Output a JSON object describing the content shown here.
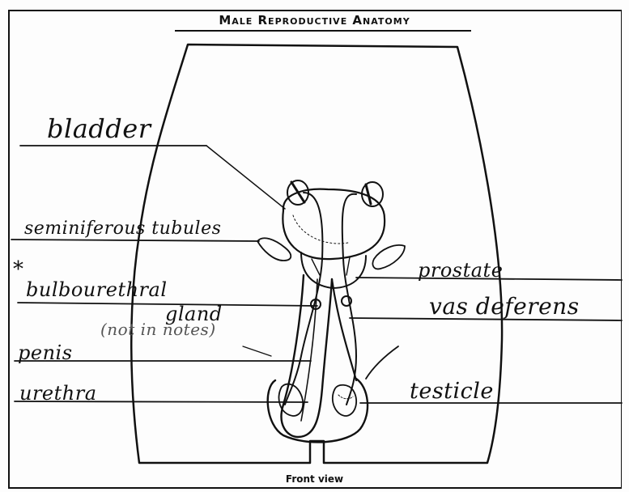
{
  "title": "Male Reproductive Anatomy",
  "footer": "Front view",
  "labels": {
    "bladder": "bladder",
    "seminiferous": "seminiferous tubules",
    "asterisk": "*",
    "bulbourethral": "bulbourethral",
    "gland": "gland",
    "note": "(not in notes)",
    "penis": "penis",
    "urethra": "urethra",
    "prostate": "prostate",
    "vas_deferens": "vas deferens",
    "testicle": "testicle"
  }
}
